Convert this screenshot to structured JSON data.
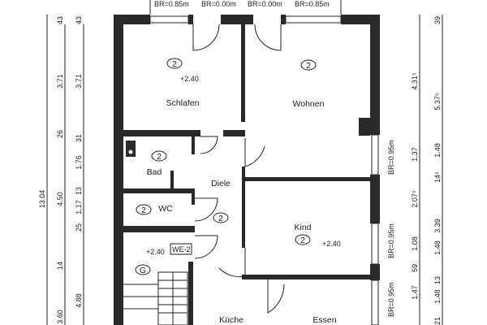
{
  "top_windows": [
    "BR=0.85m",
    "BR=0.00m",
    "BR=0.00m",
    "BR=0.85m"
  ],
  "right_windows": [
    "BR=0.95m",
    "BR=0.95m",
    "BR=0.95m"
  ],
  "rooms": {
    "schlafen": {
      "name": "Schlafen",
      "unit": "2",
      "level": "+2.40"
    },
    "wohnen": {
      "name": "Wohnen",
      "unit": "2"
    },
    "bad": {
      "name": "Bad",
      "unit": "2"
    },
    "diele": {
      "name": "Diele",
      "unit": "2"
    },
    "wc": {
      "name": "WC",
      "unit": "2"
    },
    "kind": {
      "name": "Kind",
      "unit": "2",
      "level": "+2.40"
    },
    "stair": {
      "tag": "WE-2",
      "level": "+2.40",
      "unit": "G"
    },
    "kueche": {
      "name": "Küche"
    },
    "essen": {
      "name": "Essen"
    }
  },
  "dims_left": {
    "overall": "13.04",
    "outer": [
      "43",
      "3.71",
      "26",
      "4.50",
      "14",
      "3.60"
    ],
    "inner": [
      "43",
      "3.71",
      "31",
      "1.76",
      "13",
      "1.17",
      "25",
      "4.88"
    ]
  },
  "dims_right": {
    "inner": [
      "4.31⁵",
      "1.37",
      "2.07⁵",
      "1.08",
      "59",
      "1.47"
    ],
    "outer": [
      "39",
      "5.37⁵",
      "1.48",
      "14⁵",
      "3.39",
      "1.48",
      "13",
      "1.48",
      "21"
    ]
  }
}
